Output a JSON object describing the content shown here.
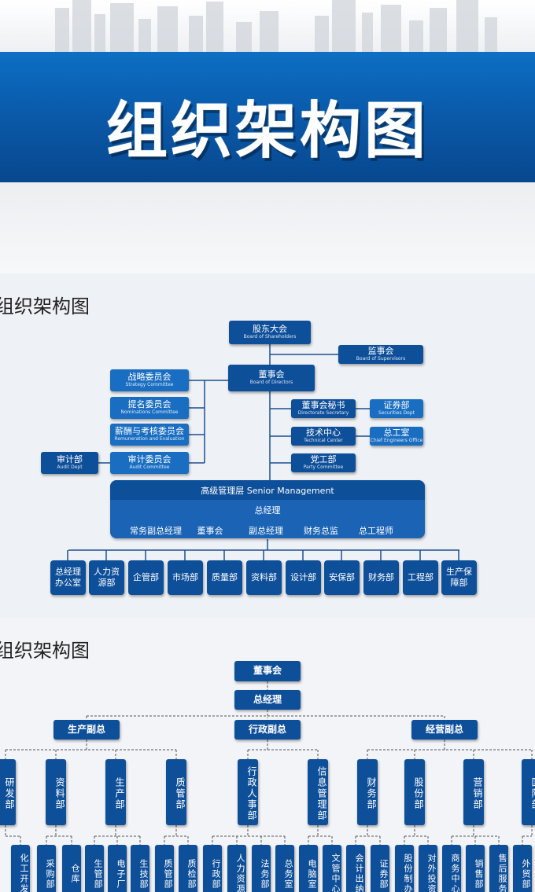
{
  "banner": {
    "title": "组织架构图"
  },
  "section1": {
    "title": "组织架构图",
    "top": [
      {
        "id": "shareholders",
        "cn": "股东大会",
        "en": "Board of Shareholders"
      },
      {
        "id": "supervisors",
        "cn": "监事会",
        "en": "Board of Supervisors"
      },
      {
        "id": "directors",
        "cn": "董事会",
        "en": "Board of Directors"
      }
    ],
    "committees": [
      {
        "cn": "战略委员会",
        "en": "Strategy Committee"
      },
      {
        "cn": "提名委员会",
        "en": "Nominations Committee"
      },
      {
        "cn": "薪酬与考核委员会",
        "en": "Remuneration and Evaluation"
      },
      {
        "cn": "审计委员会",
        "en": "Audit Committee"
      }
    ],
    "audit": {
      "cn": "审计部",
      "en": "Audit Dept"
    },
    "right_units": [
      {
        "cn": "董事会秘书",
        "en": "Directorate Secretary"
      },
      {
        "cn": "技术中心",
        "en": "Technical Center"
      },
      {
        "cn": "党工部",
        "en": "Party Committee"
      }
    ],
    "right_sub": [
      {
        "cn": "证券部",
        "en": "Securities Dept"
      },
      {
        "cn": "总工室",
        "en": "Chief Engineers Office"
      }
    ],
    "management": {
      "header": "高级管理层 Senior Management",
      "gm": "总经理",
      "items": [
        "常务副总经理",
        "董事会",
        "副总经理",
        "财务总监",
        "总工程师"
      ]
    },
    "departments": [
      "总经理办公室",
      "人力资源部",
      "企管部",
      "市场部",
      "质量部",
      "资料部",
      "设计部",
      "安保部",
      "财务部",
      "工程部",
      "生产保障部"
    ]
  },
  "section2": {
    "title": "组织架构图",
    "board": "董事会",
    "gm": "总经理",
    "deputies": [
      "生产副总",
      "行政副总",
      "经营副总"
    ],
    "mid": [
      "研发部",
      "资料部",
      "生产部",
      "质管部",
      "行政人事部",
      "信息管理部",
      "财务部",
      "股份部",
      "营销部",
      "国际部"
    ],
    "bottom": [
      "化工开发",
      "采购部",
      "仓库",
      "生管部",
      "电子厂",
      "生技部",
      "质管部",
      "质检部",
      "行政部",
      "人力资源",
      "法务部",
      "总务室",
      "电脑室",
      "文管中心",
      "会计出纳",
      "证券部",
      "股份制办",
      "对外投资",
      "商务中心",
      "销售部",
      "售后服务",
      "外贸部"
    ]
  }
}
